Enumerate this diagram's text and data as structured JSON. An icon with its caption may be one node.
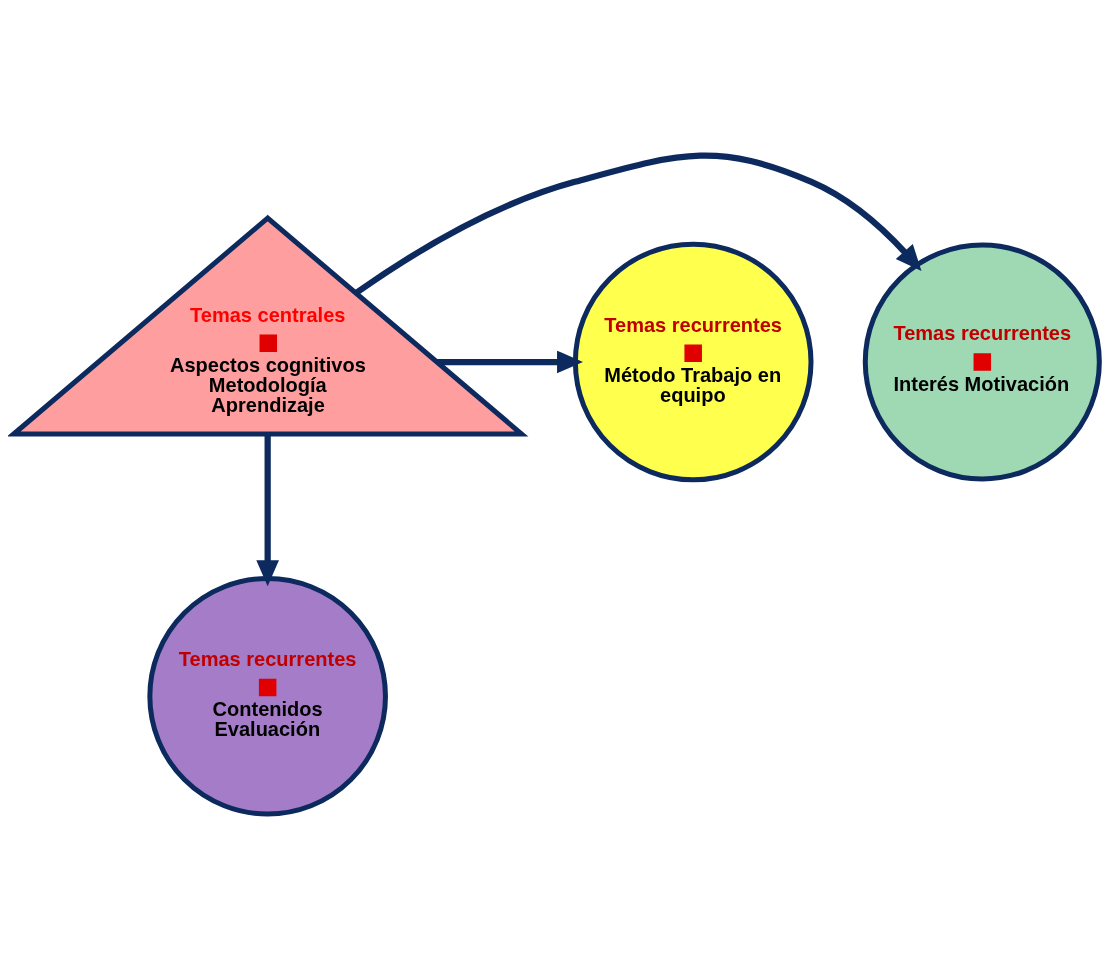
{
  "diagram": {
    "nodes": [
      {
        "text": [
          "Temas recurrentes",
          "Interés Motivación"
        ]
      },
      {
        "text": [
          "Temas centrales",
          "Aspectos cognitivos Metodología Aprendizaje"
        ]
      },
      {
        "text": [
          "Temas recurrentes",
          "Método Trabajo en equipo"
        ]
      },
      {
        "text": [
          "Temas recurrentes",
          "Contenidos Evaluación"
        ]
      }
    ],
    "edges": [
      {
        "from": 1,
        "to": 0,
        "arrow": "to"
      },
      {
        "from": 1,
        "to": 2,
        "arrow": "to"
      },
      {
        "from": 1,
        "to": 3,
        "arrow": "to"
      }
    ]
  }
}
